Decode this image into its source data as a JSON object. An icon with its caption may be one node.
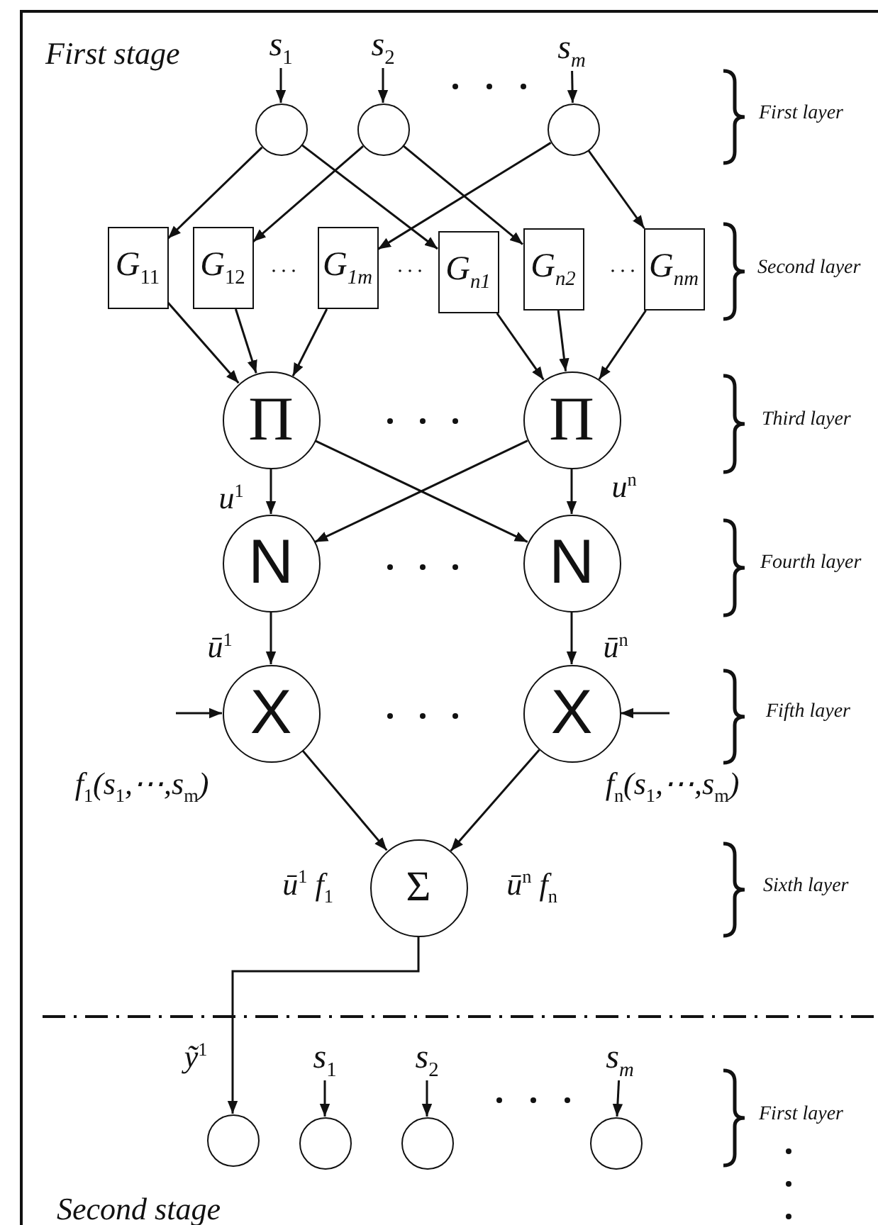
{
  "diagram": {
    "nodes": [
      {
        "text": [
          "s$_{1}$"
        ]
      },
      {
        "text": [
          "s$_{2}$"
        ]
      },
      {
        "text": [
          "s$_{m}$"
        ]
      },
      {
        "text": [],
        "shape": "circle"
      },
      {
        "text": [],
        "shape": "circle"
      },
      {
        "text": [],
        "shape": "circle"
      },
      {
        "text": [
          "G$_{11}$"
        ]
      },
      {
        "text": [
          "G$_{12}$"
        ]
      },
      {
        "text": [
          "G$_{1m}$"
        ]
      },
      {
        "text": [
          "G$_{n1}$"
        ]
      },
      {
        "text": [
          "G$_{n2}$"
        ]
      },
      {
        "text": [
          "G$_{nm}$"
        ]
      },
      {
        "text": [
          "Π"
        ]
      },
      {
        "text": [
          "Π"
        ]
      },
      {
        "text": [
          "N"
        ]
      },
      {
        "text": [
          "N"
        ]
      },
      {
        "text": [
          "X"
        ]
      },
      {
        "text": [
          "X"
        ]
      },
      {
        "text": [
          "Σ"
        ]
      },
      {
        "text": [
          "s$_{1}$"
        ]
      },
      {
        "text": [
          "s$_{2}$"
        ]
      },
      {
        "text": [
          "s$_{m}$"
        ]
      },
      {
        "text": [],
        "shape": "circle"
      },
      {
        "text": [],
        "shape": "circle"
      },
      {
        "text": [],
        "shape": "circle"
      },
      {
        "text": [],
        "shape": "circle"
      }
    ],
    "edges": [
      {
        "from": 0,
        "to": 3,
        "arrow": "to"
      },
      {
        "from": 1,
        "to": 4,
        "arrow": "to"
      },
      {
        "from": 2,
        "to": 5,
        "arrow": "to"
      },
      {
        "from": 3,
        "to": 6,
        "arrow": "to"
      },
      {
        "from": 3,
        "to": 9,
        "arrow": "to"
      },
      {
        "from": 4,
        "to": 7,
        "arrow": "to"
      },
      {
        "from": 4,
        "to": 10,
        "arrow": "to"
      },
      {
        "from": 5,
        "to": 8,
        "arrow": "to"
      },
      {
        "from": 5,
        "to": 11,
        "arrow": "to"
      },
      {
        "from": 6,
        "to": 12,
        "arrow": "to"
      },
      {
        "from": 7,
        "to": 12,
        "arrow": "to"
      },
      {
        "from": 8,
        "to": 12,
        "arrow": "to"
      },
      {
        "from": 9,
        "to": 13,
        "arrow": "to"
      },
      {
        "from": 10,
        "to": 13,
        "arrow": "to"
      },
      {
        "from": 11,
        "to": 13,
        "arrow": "to"
      },
      {
        "from": 12,
        "to": 14,
        "arrow": "to",
        "label": "u$^{1}$"
      },
      {
        "from": 12,
        "to": 15,
        "arrow": "to"
      },
      {
        "from": 13,
        "to": 14,
        "arrow": "to"
      },
      {
        "from": 13,
        "to": 15,
        "arrow": "to",
        "label": "u$^{n}$"
      },
      {
        "from": 14,
        "to": 16,
        "arrow": "to",
        "label": "ū$^{1}$"
      },
      {
        "from": 15,
        "to": 17,
        "arrow": "to",
        "label": "ū$^{n}$"
      },
      {
        "from": null,
        "to": 16,
        "arrow": "to",
        "label": "f$_{1}$(s$_{1}$,⋯,s$_{m}$)"
      },
      {
        "from": null,
        "to": 17,
        "arrow": "to",
        "label": "f$_{n}$(s$_{1}$,⋯,s$_{m}$)"
      },
      {
        "from": 16,
        "to": 18,
        "arrow": "to",
        "label": "ū$^{1}$ f$_{1}$"
      },
      {
        "from": 17,
        "to": 18,
        "arrow": "to",
        "label": "ū$^{n}$ f$_{n}$"
      },
      {
        "from": 18,
        "to": 22,
        "arrow": "to",
        "label": "ỹ$^{1}$"
      },
      {
        "from": 19,
        "to": 23,
        "arrow": "to"
      },
      {
        "from": 20,
        "to": 24,
        "arrow": "to"
      },
      {
        "from": 21,
        "to": 25,
        "arrow": "to"
      }
    ],
    "labels": [
      "First stage",
      "First layer",
      "Second layer",
      "Third layer",
      "Fourth layer",
      "Fifth layer",
      "Sixth layer",
      "First layer",
      "Second stage"
    ]
  }
}
